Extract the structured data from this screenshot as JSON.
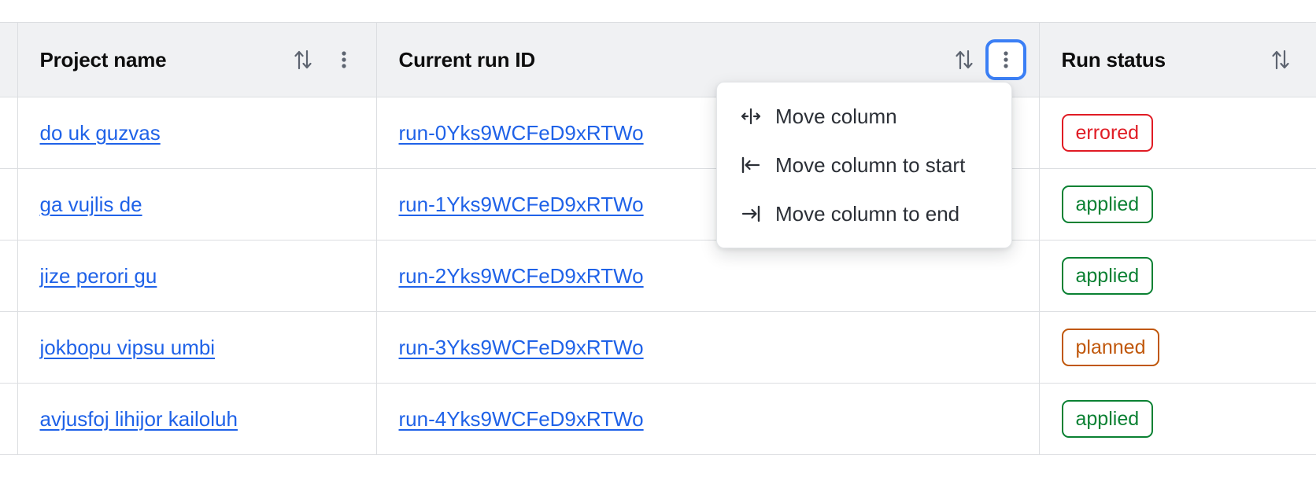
{
  "table": {
    "columns": [
      {
        "id": "selection",
        "label": "",
        "has_sort": false,
        "has_menu": false
      },
      {
        "id": "project_name",
        "label": "Project name",
        "sort_icon": "sort-arrows-icon",
        "menu_icon": "kebab-menu-icon",
        "has_sort": true,
        "has_menu": true
      },
      {
        "id": "current_run_id",
        "label": "Current run ID",
        "sort_icon": "sort-arrows-icon",
        "menu_icon": "kebab-menu-icon",
        "has_sort": true,
        "has_menu": true,
        "menu_focused": true
      },
      {
        "id": "run_status",
        "label": "Run status",
        "sort_icon": "sort-arrows-icon",
        "has_sort": true,
        "has_menu": false
      }
    ],
    "rows": [
      {
        "project_name": "do uk guzvas",
        "current_run_id": "run-0Yks9WCFeD9xRTWo",
        "run_status": "errored",
        "status_kind": "errored"
      },
      {
        "project_name": "ga vujlis de",
        "current_run_id": "run-1Yks9WCFeD9xRTWo",
        "run_status": "applied",
        "status_kind": "applied"
      },
      {
        "project_name": "jize perori gu",
        "current_run_id": "run-2Yks9WCFeD9xRTWo",
        "run_status": "applied",
        "status_kind": "applied"
      },
      {
        "project_name": "jokbopu vipsu umbi",
        "current_run_id": "run-3Yks9WCFeD9xRTWo",
        "run_status": "planned",
        "status_kind": "planned"
      },
      {
        "project_name": "avjusfoj lihijor kailoluh",
        "current_run_id": "run-4Yks9WCFeD9xRTWo",
        "run_status": "applied",
        "status_kind": "applied"
      }
    ]
  },
  "column_menu": {
    "open_for_column": "Current run ID",
    "items": [
      {
        "label": "Move column",
        "icon": "move-column-icon"
      },
      {
        "label": "Move column to start",
        "icon": "move-column-to-start-icon"
      },
      {
        "label": "Move column to end",
        "icon": "move-column-to-end-icon"
      }
    ]
  },
  "colors": {
    "link": "#1f62e8",
    "status_errored": "#e01b24",
    "status_applied": "#0b8133",
    "status_planned": "#c0570a",
    "focus_ring": "#3b7ff5",
    "header_background": "#f0f1f3",
    "border": "#dcdee1"
  }
}
